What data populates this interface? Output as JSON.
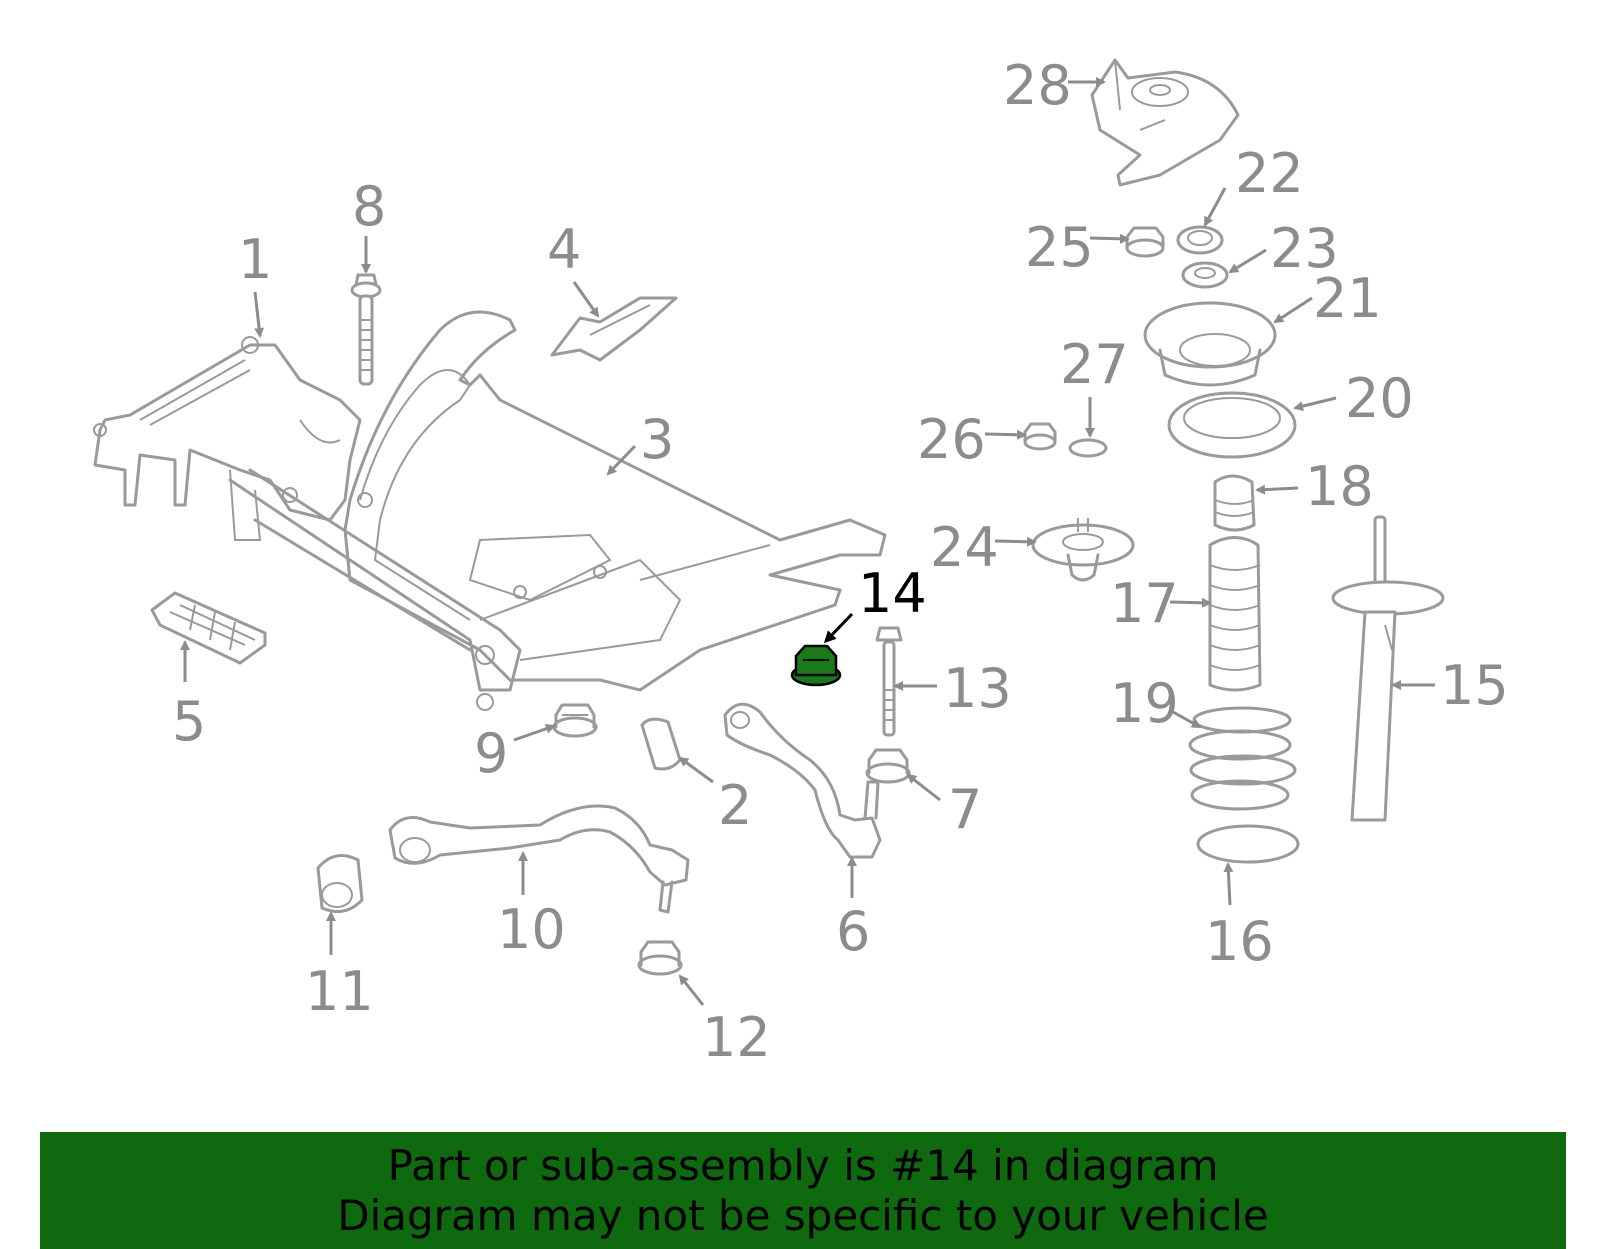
{
  "diagram": {
    "callouts": [
      "1",
      "2",
      "3",
      "4",
      "5",
      "6",
      "7",
      "8",
      "9",
      "10",
      "11",
      "12",
      "13",
      "14",
      "15",
      "16",
      "17",
      "18",
      "19",
      "20",
      "21",
      "22",
      "23",
      "24",
      "25",
      "26",
      "27",
      "28"
    ],
    "highlighted": "14",
    "colors": {
      "line": "#9a9a9a",
      "label": "#8c8c8c",
      "highlight_part": "#1a7a1a",
      "highlight_label": "#000000"
    }
  },
  "banner": {
    "line1": "Part or sub-assembly is #14 in diagram",
    "line2": "Diagram may not be specific to your vehicle",
    "background": "#0f6a0f"
  }
}
